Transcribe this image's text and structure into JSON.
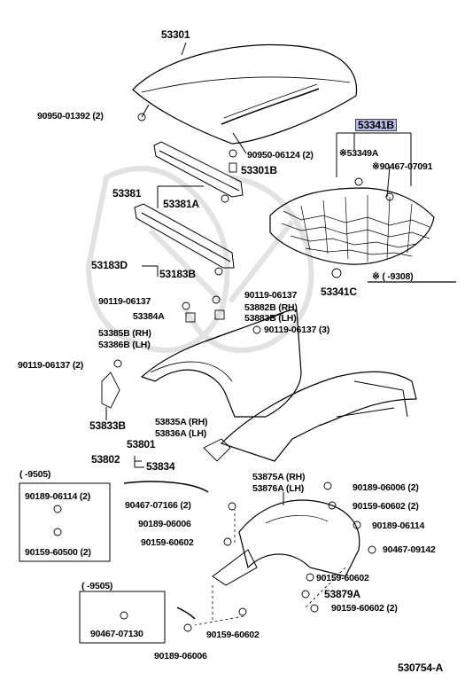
{
  "labels": {
    "p53301": "53301",
    "p90950_01392": "90950-01392 (2)",
    "p90950_06124": "90950-06124 (2)",
    "p53301b": "53301B",
    "p53341b": "53341B",
    "p53349a": "※53349A",
    "p90467_07091": "※90467-07091",
    "p53381": "53381",
    "p53381a": "53381A",
    "p53183d": "53183D",
    "p53183b": "53183B",
    "p53341c": "53341C",
    "note_range": "※ (       -9308)",
    "p90119_06137_a": "90119-06137",
    "p90119_06137_b": "90119-06137",
    "p53882b": "53882B (RH)",
    "p53883b": "53883B (LH)",
    "p53384a": "53384A",
    "p90119_06137_3": "90119-06137 (3)",
    "p53385b": "53385B (RH)",
    "p53386b": "53386B (LH)",
    "p90119_06137_2": "90119-06137 (2)",
    "p53835a": "53835A (RH)",
    "p53836a": "53836A (LH)",
    "p53833b": "53833B",
    "p53801": "53801",
    "p53802": "53802",
    "p53834": "53834",
    "range1": "(       -9505)",
    "p90189_06114_2": "90189-06114 (2)",
    "p90159_60500_2": "90159-60500 (2)",
    "p53875a": "53875A (RH)",
    "p53876a": "53876A (LH)",
    "p90189_06006_2": "90189-06006 (2)",
    "p90467_07166_2": "90467-07166 (2)",
    "p90159_60602_2a": "90159-60602 (2)",
    "p90189_06006_a": "90189-06006",
    "p90189_06114": "90189-06114",
    "p90159_60602_a": "90159-60602",
    "p90467_09142": "90467-09142",
    "p90159_60602_b": "90159-60602",
    "p53879a": "53879A",
    "p90159_60602_2b": "90159-60602 (2)",
    "range2": "(       -9505)",
    "p90467_07130": "90467-07130",
    "p90159_60602_c": "90159-60602",
    "p90189_06006_b": "90189-06006",
    "diagram_id": "530754-A"
  }
}
